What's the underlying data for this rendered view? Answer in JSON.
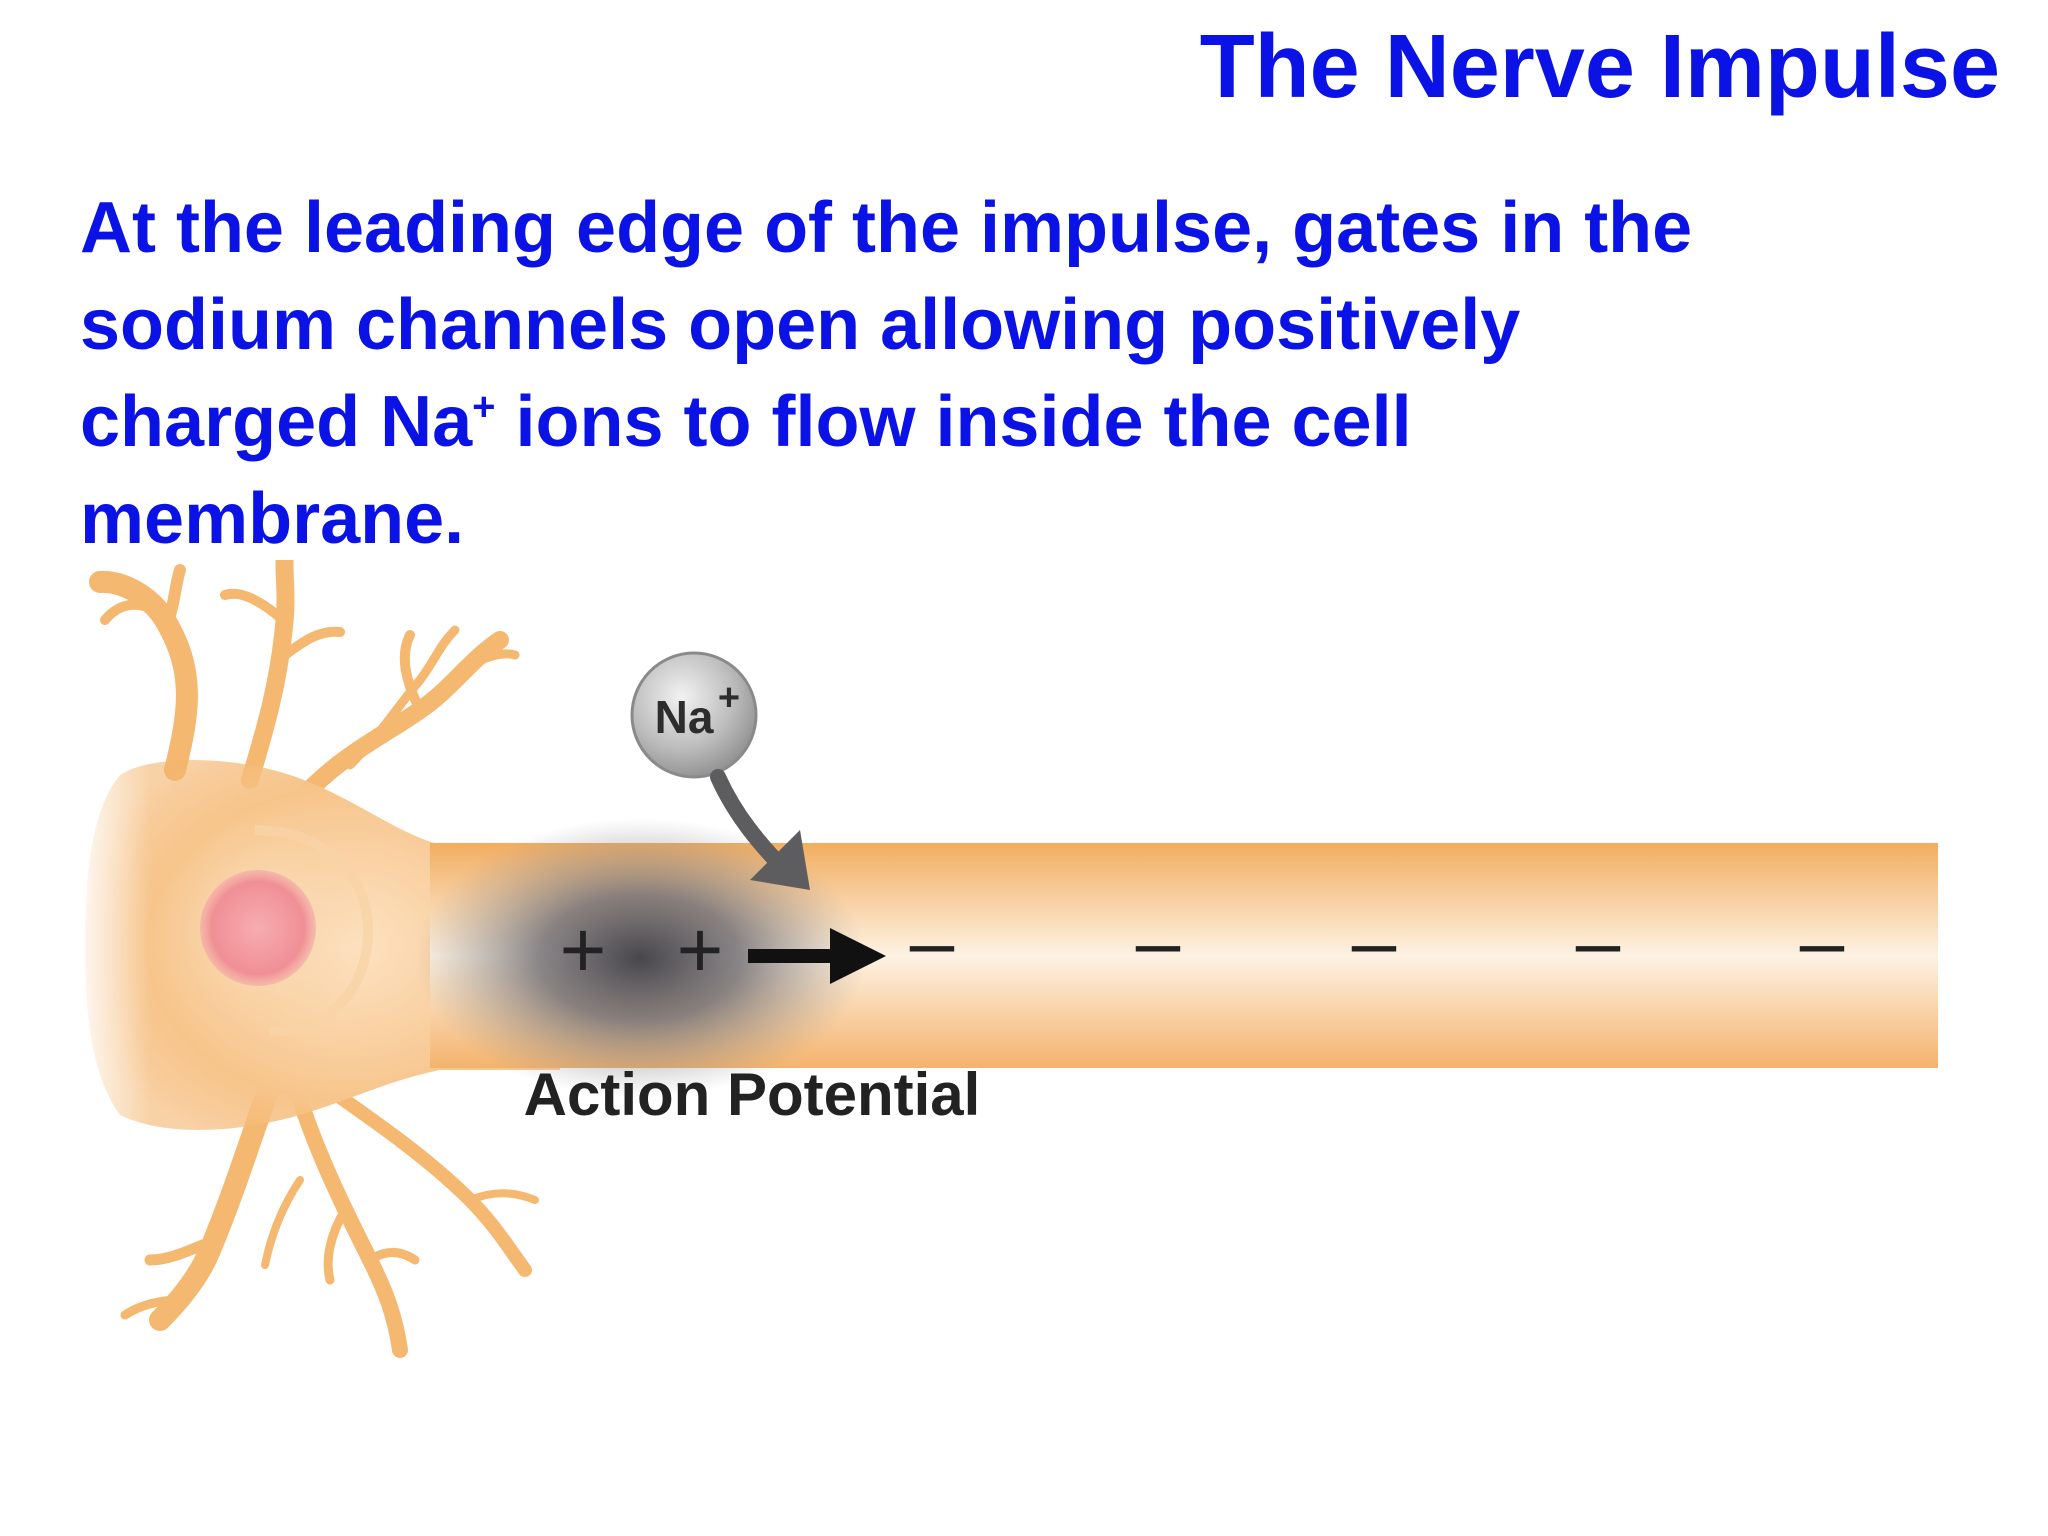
{
  "title": "The Nerve Impulse",
  "body": {
    "line1": "At the leading edge of the impulse, gates in the",
    "line2": "sodium channels open allowing positively",
    "line3_before": "charged Na",
    "line3_sup": "+",
    "line3_after": " ions to flow inside the cell",
    "line4": "membrane."
  },
  "diagram": {
    "ion_label": "Na",
    "ion_charge": "+",
    "positive_sign": "+",
    "negative_sign": "–",
    "caption": "Action Potential"
  },
  "colors": {
    "text_blue": "#0a12e6",
    "axon_orange": "#f3b066",
    "axon_light": "#fde8cf",
    "nucleus": "#f29aa0",
    "ion_gray": "#b9b9b9",
    "charge_dark": "#222222"
  }
}
